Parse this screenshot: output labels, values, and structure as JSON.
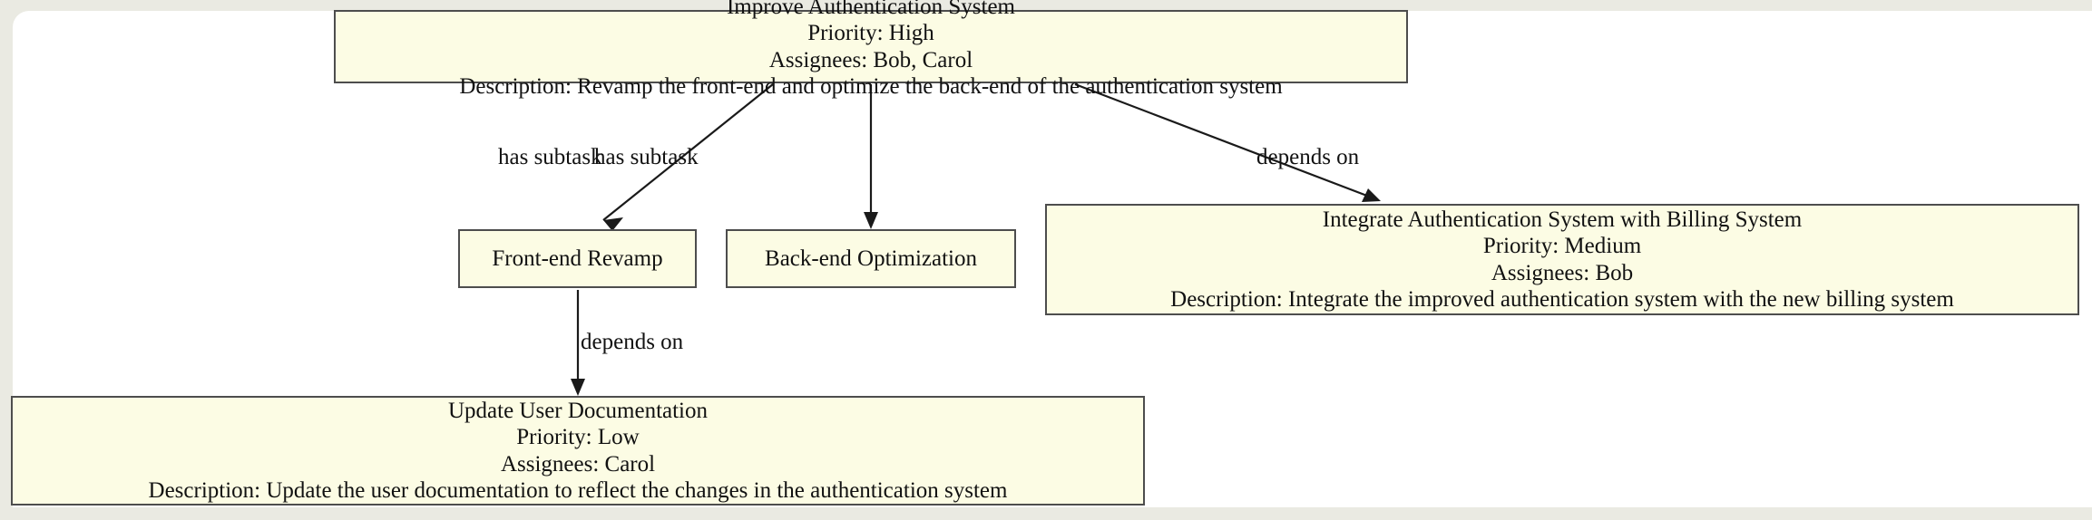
{
  "canvas": {
    "background": "#eaeae2",
    "surface": "#ffffff",
    "node_fill": "#fcfce4",
    "node_border": "#4d4d4d",
    "edge_color": "#1a1a1a",
    "text_color": "#111111"
  },
  "nodes": [
    {
      "id": "improve-authentication-system",
      "title": "Improve Authentication System",
      "priority": "Priority: High",
      "assignees": "Assignees: Bob, Carol",
      "description": "Description: Revamp the front-end and optimize the back-end of the authentication system"
    },
    {
      "id": "front-end-revamp",
      "title": "Front-end Revamp"
    },
    {
      "id": "back-end-optimization",
      "title": "Back-end Optimization"
    },
    {
      "id": "integrate-authentication-system-with-billing-system",
      "title": "Integrate Authentication System with Billing System",
      "priority": "Priority: Medium",
      "assignees": "Assignees: Bob",
      "description": "Description: Integrate the improved authentication system with the new billing system"
    },
    {
      "id": "update-user-documentation",
      "title": "Update User Documentation",
      "priority": "Priority: Low",
      "assignees": "Assignees: Carol",
      "description": "Description: Update the user documentation to reflect the changes in the authentication system"
    }
  ],
  "edges": [
    {
      "id": "improve-to-frontend",
      "from": "improve-authentication-system",
      "to": "front-end-revamp",
      "label": "has subtask"
    },
    {
      "id": "improve-to-backend",
      "from": "improve-authentication-system",
      "to": "back-end-optimization",
      "label": "has subtask"
    },
    {
      "id": "improve-to-integrate",
      "from": "improve-authentication-system",
      "to": "integrate-authentication-system-with-billing-system",
      "label": "depends on"
    },
    {
      "id": "frontend-to-update-docs",
      "from": "front-end-revamp",
      "to": "update-user-documentation",
      "label": "depends on"
    }
  ]
}
